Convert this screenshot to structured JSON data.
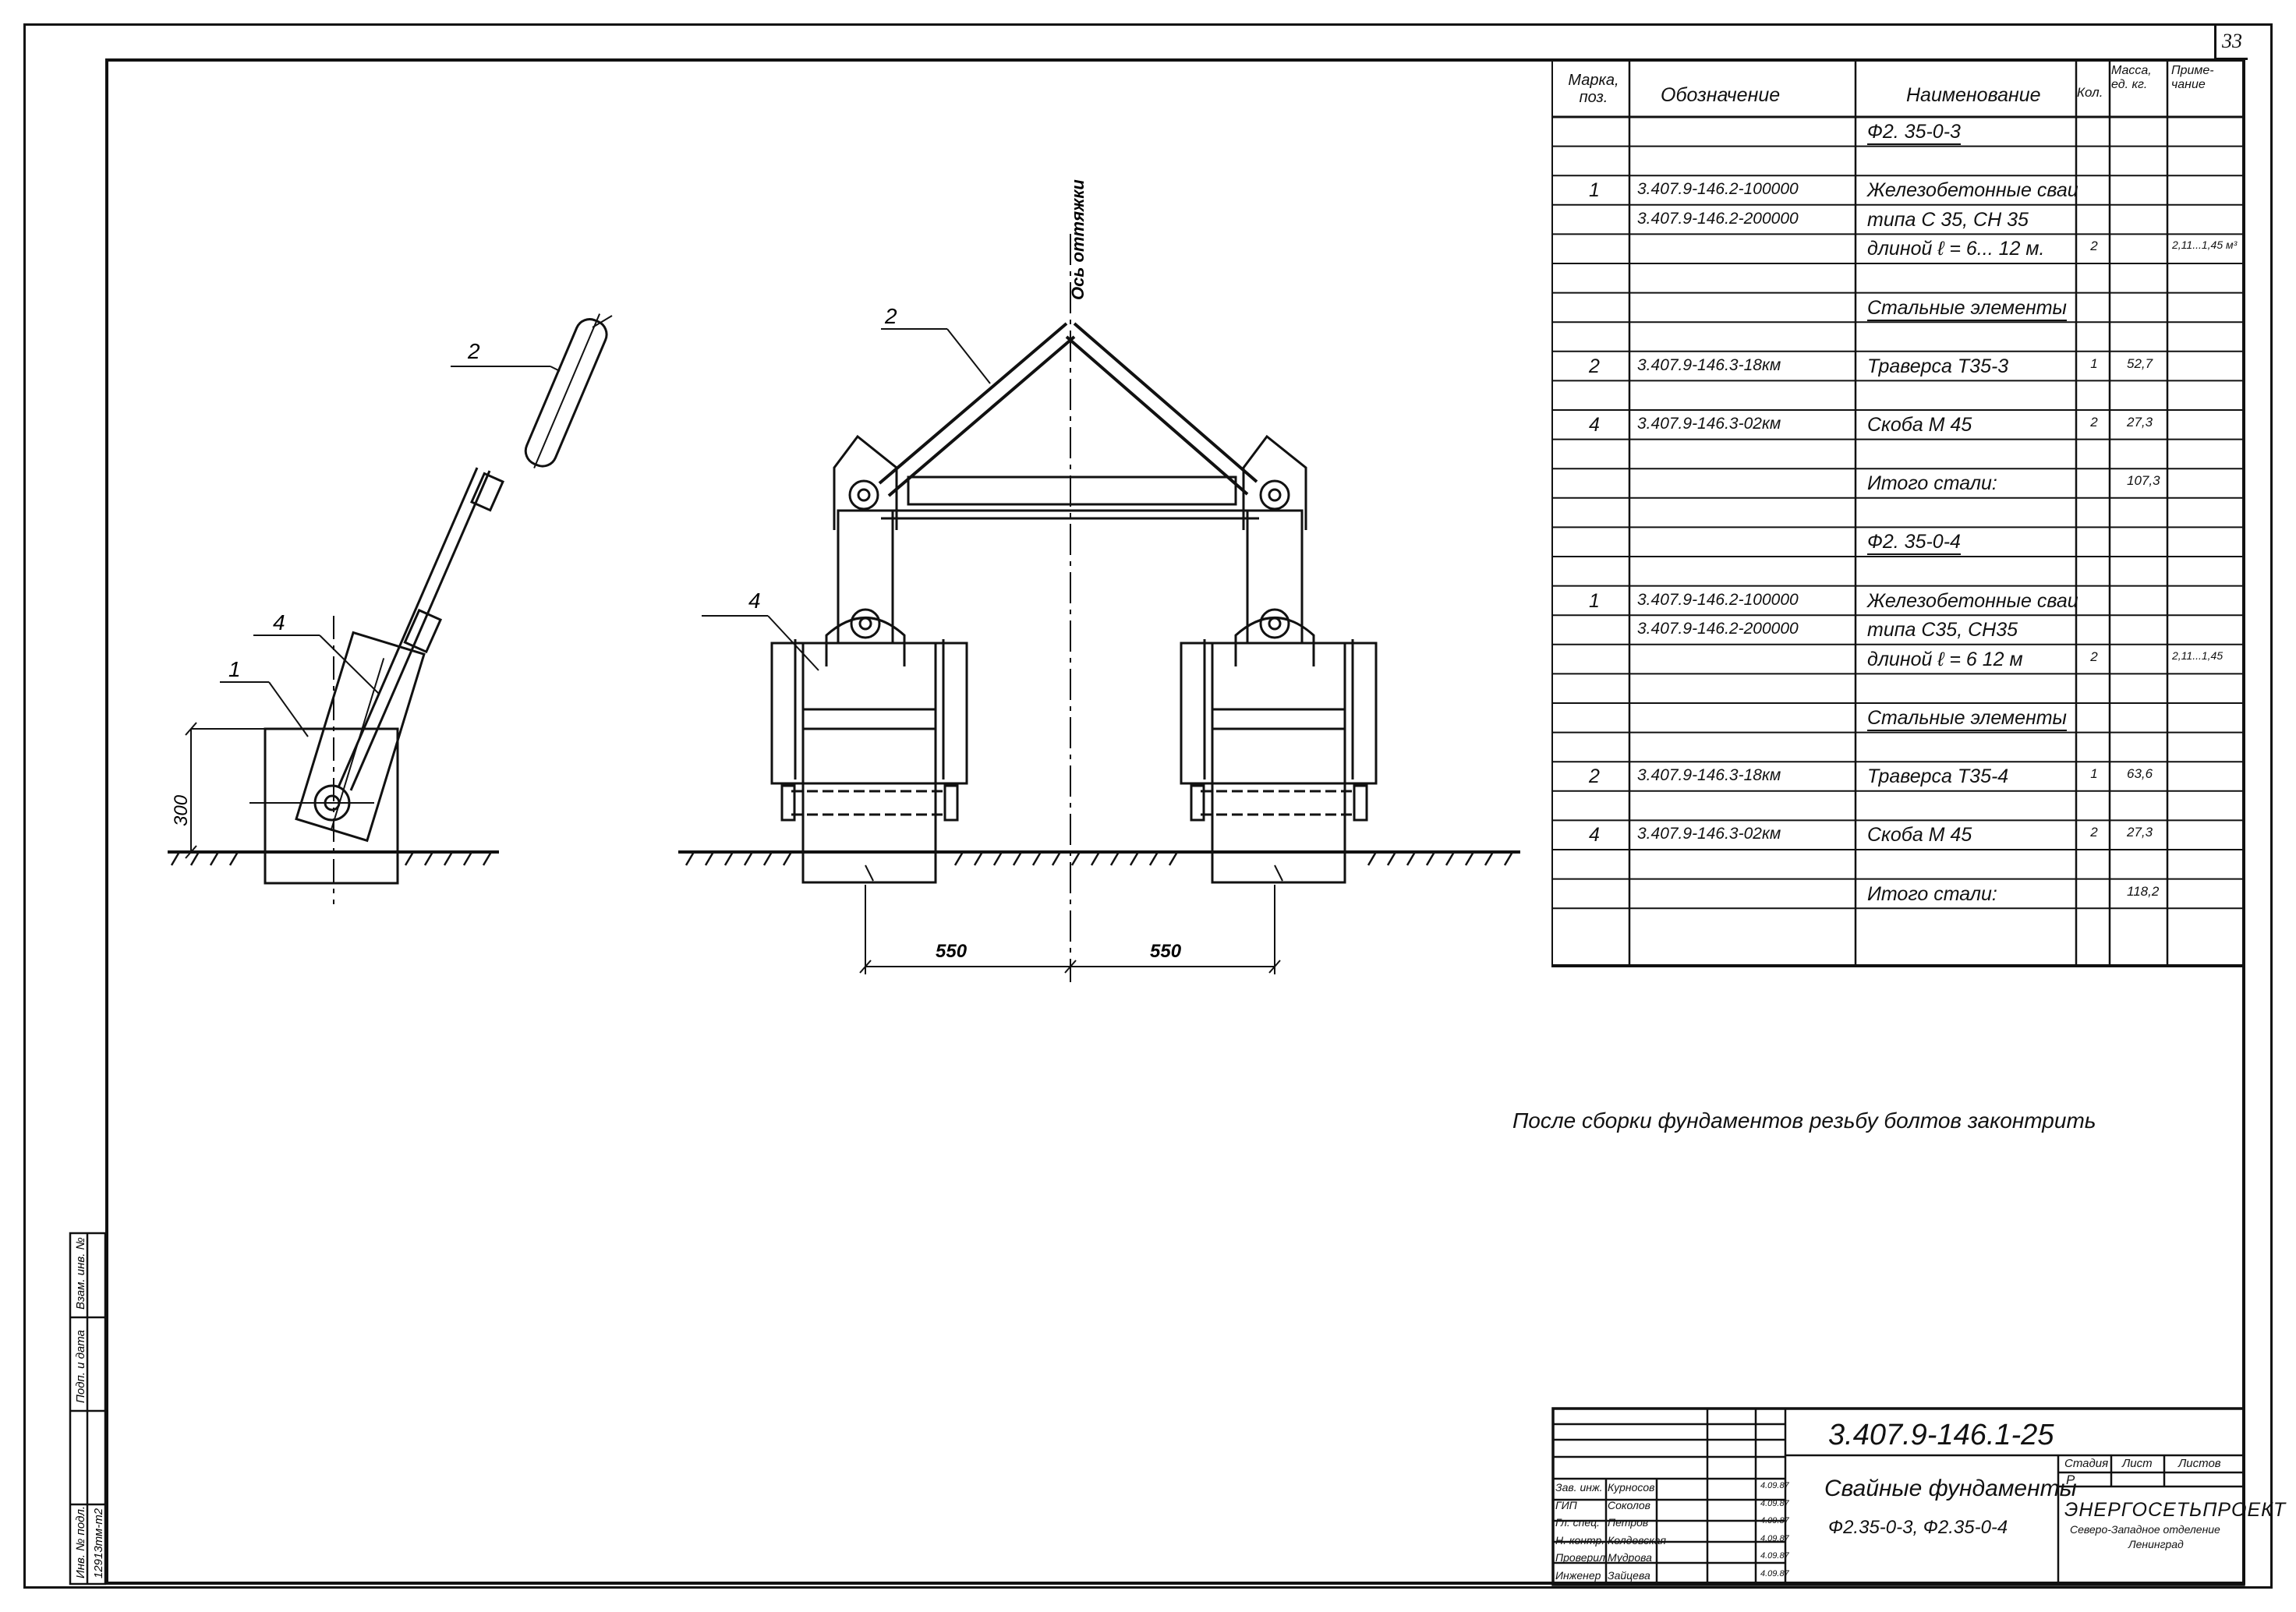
{
  "sheet_number": "33",
  "specification": {
    "headers": {
      "mark": "Марка, поз.",
      "designation": "Обозначение",
      "name": "Наименование",
      "qty": "Кол.",
      "mass": "Масса, ед. кг.",
      "note": "Приме- чание"
    },
    "rows": [
      {
        "mark": "",
        "designation": "",
        "name": "Ф2. 35-0-3",
        "qty": "",
        "mass": "",
        "note": "",
        "underline": true
      },
      {
        "mark": "",
        "designation": "",
        "name": "",
        "qty": "",
        "mass": "",
        "note": ""
      },
      {
        "mark": "1",
        "designation": "3.407.9-146.2-100000",
        "name": "Железобетонные сваи",
        "qty": "",
        "mass": "",
        "note": ""
      },
      {
        "mark": "",
        "designation": "3.407.9-146.2-200000",
        "name": "типа С 35, СН 35",
        "qty": "",
        "mass": "",
        "note": ""
      },
      {
        "mark": "",
        "designation": "",
        "name": "длиной ℓ = 6... 12 м.",
        "qty": "2",
        "mass": "",
        "note": "2,11...1,45 м³"
      },
      {
        "mark": "",
        "designation": "",
        "name": "",
        "qty": "",
        "mass": "",
        "note": ""
      },
      {
        "mark": "",
        "designation": "",
        "name": "Стальные элементы",
        "qty": "",
        "mass": "",
        "note": "",
        "underline": true
      },
      {
        "mark": "",
        "designation": "",
        "name": "",
        "qty": "",
        "mass": "",
        "note": ""
      },
      {
        "mark": "2",
        "designation": "3.407.9-146.3-18км",
        "name": "Траверса Т35-3",
        "qty": "1",
        "mass": "52,7",
        "note": ""
      },
      {
        "mark": "",
        "designation": "",
        "name": "",
        "qty": "",
        "mass": "",
        "note": ""
      },
      {
        "mark": "4",
        "designation": "3.407.9-146.3-02км",
        "name": "Скоба М 45",
        "qty": "2",
        "mass": "27,3",
        "note": ""
      },
      {
        "mark": "",
        "designation": "",
        "name": "",
        "qty": "",
        "mass": "",
        "note": ""
      },
      {
        "mark": "",
        "designation": "",
        "name": "Итого стали:",
        "qty": "",
        "mass": "107,3",
        "note": ""
      },
      {
        "mark": "",
        "designation": "",
        "name": "",
        "qty": "",
        "mass": "",
        "note": ""
      },
      {
        "mark": "",
        "designation": "",
        "name": "Ф2. 35-0-4",
        "qty": "",
        "mass": "",
        "note": "",
        "underline": true
      },
      {
        "mark": "",
        "designation": "",
        "name": "",
        "qty": "",
        "mass": "",
        "note": ""
      },
      {
        "mark": "1",
        "designation": "3.407.9-146.2-100000",
        "name": "Железобетонные сваи",
        "qty": "",
        "mass": "",
        "note": ""
      },
      {
        "mark": "",
        "designation": "3.407.9-146.2-200000",
        "name": "типа С35, СН35",
        "qty": "",
        "mass": "",
        "note": ""
      },
      {
        "mark": "",
        "designation": "",
        "name": "длиной ℓ = 6 12 м",
        "qty": "2",
        "mass": "",
        "note": "2,11...1,45"
      },
      {
        "mark": "",
        "designation": "",
        "name": "",
        "qty": "",
        "mass": "",
        "note": ""
      },
      {
        "mark": "",
        "designation": "",
        "name": "Стальные элементы",
        "qty": "",
        "mass": "",
        "note": "",
        "underline": true
      },
      {
        "mark": "",
        "designation": "",
        "name": "",
        "qty": "",
        "mass": "",
        "note": ""
      },
      {
        "mark": "2",
        "designation": "3.407.9-146.3-18км",
        "name": "Траверса Т35-4",
        "qty": "1",
        "mass": "63,6",
        "note": ""
      },
      {
        "mark": "",
        "designation": "",
        "name": "",
        "qty": "",
        "mass": "",
        "note": ""
      },
      {
        "mark": "4",
        "designation": "3.407.9-146.3-02км",
        "name": "Скоба М 45",
        "qty": "2",
        "mass": "27,3",
        "note": ""
      },
      {
        "mark": "",
        "designation": "",
        "name": "",
        "qty": "",
        "mass": "",
        "note": ""
      },
      {
        "mark": "",
        "designation": "",
        "name": "Итого стали:",
        "qty": "",
        "mass": "118,2",
        "note": ""
      }
    ]
  },
  "note_text": "После сборки фундаментов резьбу болтов законтрить",
  "drawing": {
    "axis_label": "Ось оттяжки",
    "label_2_side": "2",
    "label_4_side": "4",
    "label_1_side": "1",
    "label_2_front": "2",
    "label_4_front": "4",
    "dim_300": "300",
    "dim_550_left": "550",
    "dim_550_right": "550"
  },
  "left_margin": {
    "inv_orig": "Инв. № подл.",
    "sign_date": "Подп. и дата",
    "inv_repl": "Взам. инв. №",
    "inv_number": "12913тм-т2"
  },
  "title_block": {
    "doc_code": "3.407.9-146.1-25",
    "title_line1": "Свайные фундаменты",
    "title_line2": "Ф2.35-0-3, Ф2.35-0-4",
    "stage_header": "Стадия",
    "sheet_header": "Лист",
    "sheets_header": "Листов",
    "stage_value": "Р",
    "org_name": "ЭНЕРГОСЕТЬПРОЕКТ",
    "org_sub1": "Северо-Западное отделение",
    "org_sub2": "Ленинград",
    "signatures": [
      {
        "role": "Зав. инж.",
        "name": "Курносов",
        "date": "4.09.87"
      },
      {
        "role": "ГИП",
        "name": "Соколов",
        "date": "4.09.87"
      },
      {
        "role": "Гл. спец.",
        "name": "Петров",
        "date": "4.09.87"
      },
      {
        "role": "Н. контр.",
        "name": "Колдевская",
        "date": "4.09.87"
      },
      {
        "role": "Проверил",
        "name": "Мудрова",
        "date": "4.09.87"
      },
      {
        "role": "Инженер",
        "name": "Зайцева",
        "date": "4.09.87"
      }
    ]
  }
}
